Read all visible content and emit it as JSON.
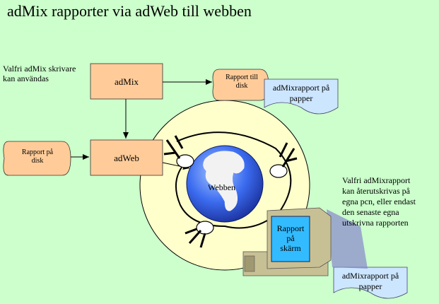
{
  "title": "adMix rapporter via adWeb till webben",
  "notes": {
    "printer_line1": "Valfri adMix skrivare",
    "printer_line2": "kan användas",
    "reprint_lines": [
      "Valfri adMixrapport",
      "kan återutskrivas på",
      "egna pcn, eller endast",
      "den senaste egna",
      "utskrivna rapporten"
    ]
  },
  "nodes": {
    "admix": "adMix",
    "adweb": "adWeb",
    "disk_top_line1": "Rapport till",
    "disk_top_line2": "disk",
    "disk_left_line1": "Rapport på",
    "disk_left_line2": "disk",
    "paper_top_line1": "adMixrapport på",
    "paper_top_line2": "papper",
    "paper_bottom_line1": "adMixrapport på",
    "paper_bottom_line2": "papper",
    "globe": "Webben",
    "screen_line1": "Rapport",
    "screen_line2": "på",
    "screen_line3": "skärm"
  },
  "colors": {
    "background": "#ccffcc",
    "box_fill": "#ffcc99",
    "paper_fill": "#cce6ff",
    "circle_fill": "#ffffcc",
    "globe_fill": "#3366ff",
    "monitor": "#c8c095"
  }
}
